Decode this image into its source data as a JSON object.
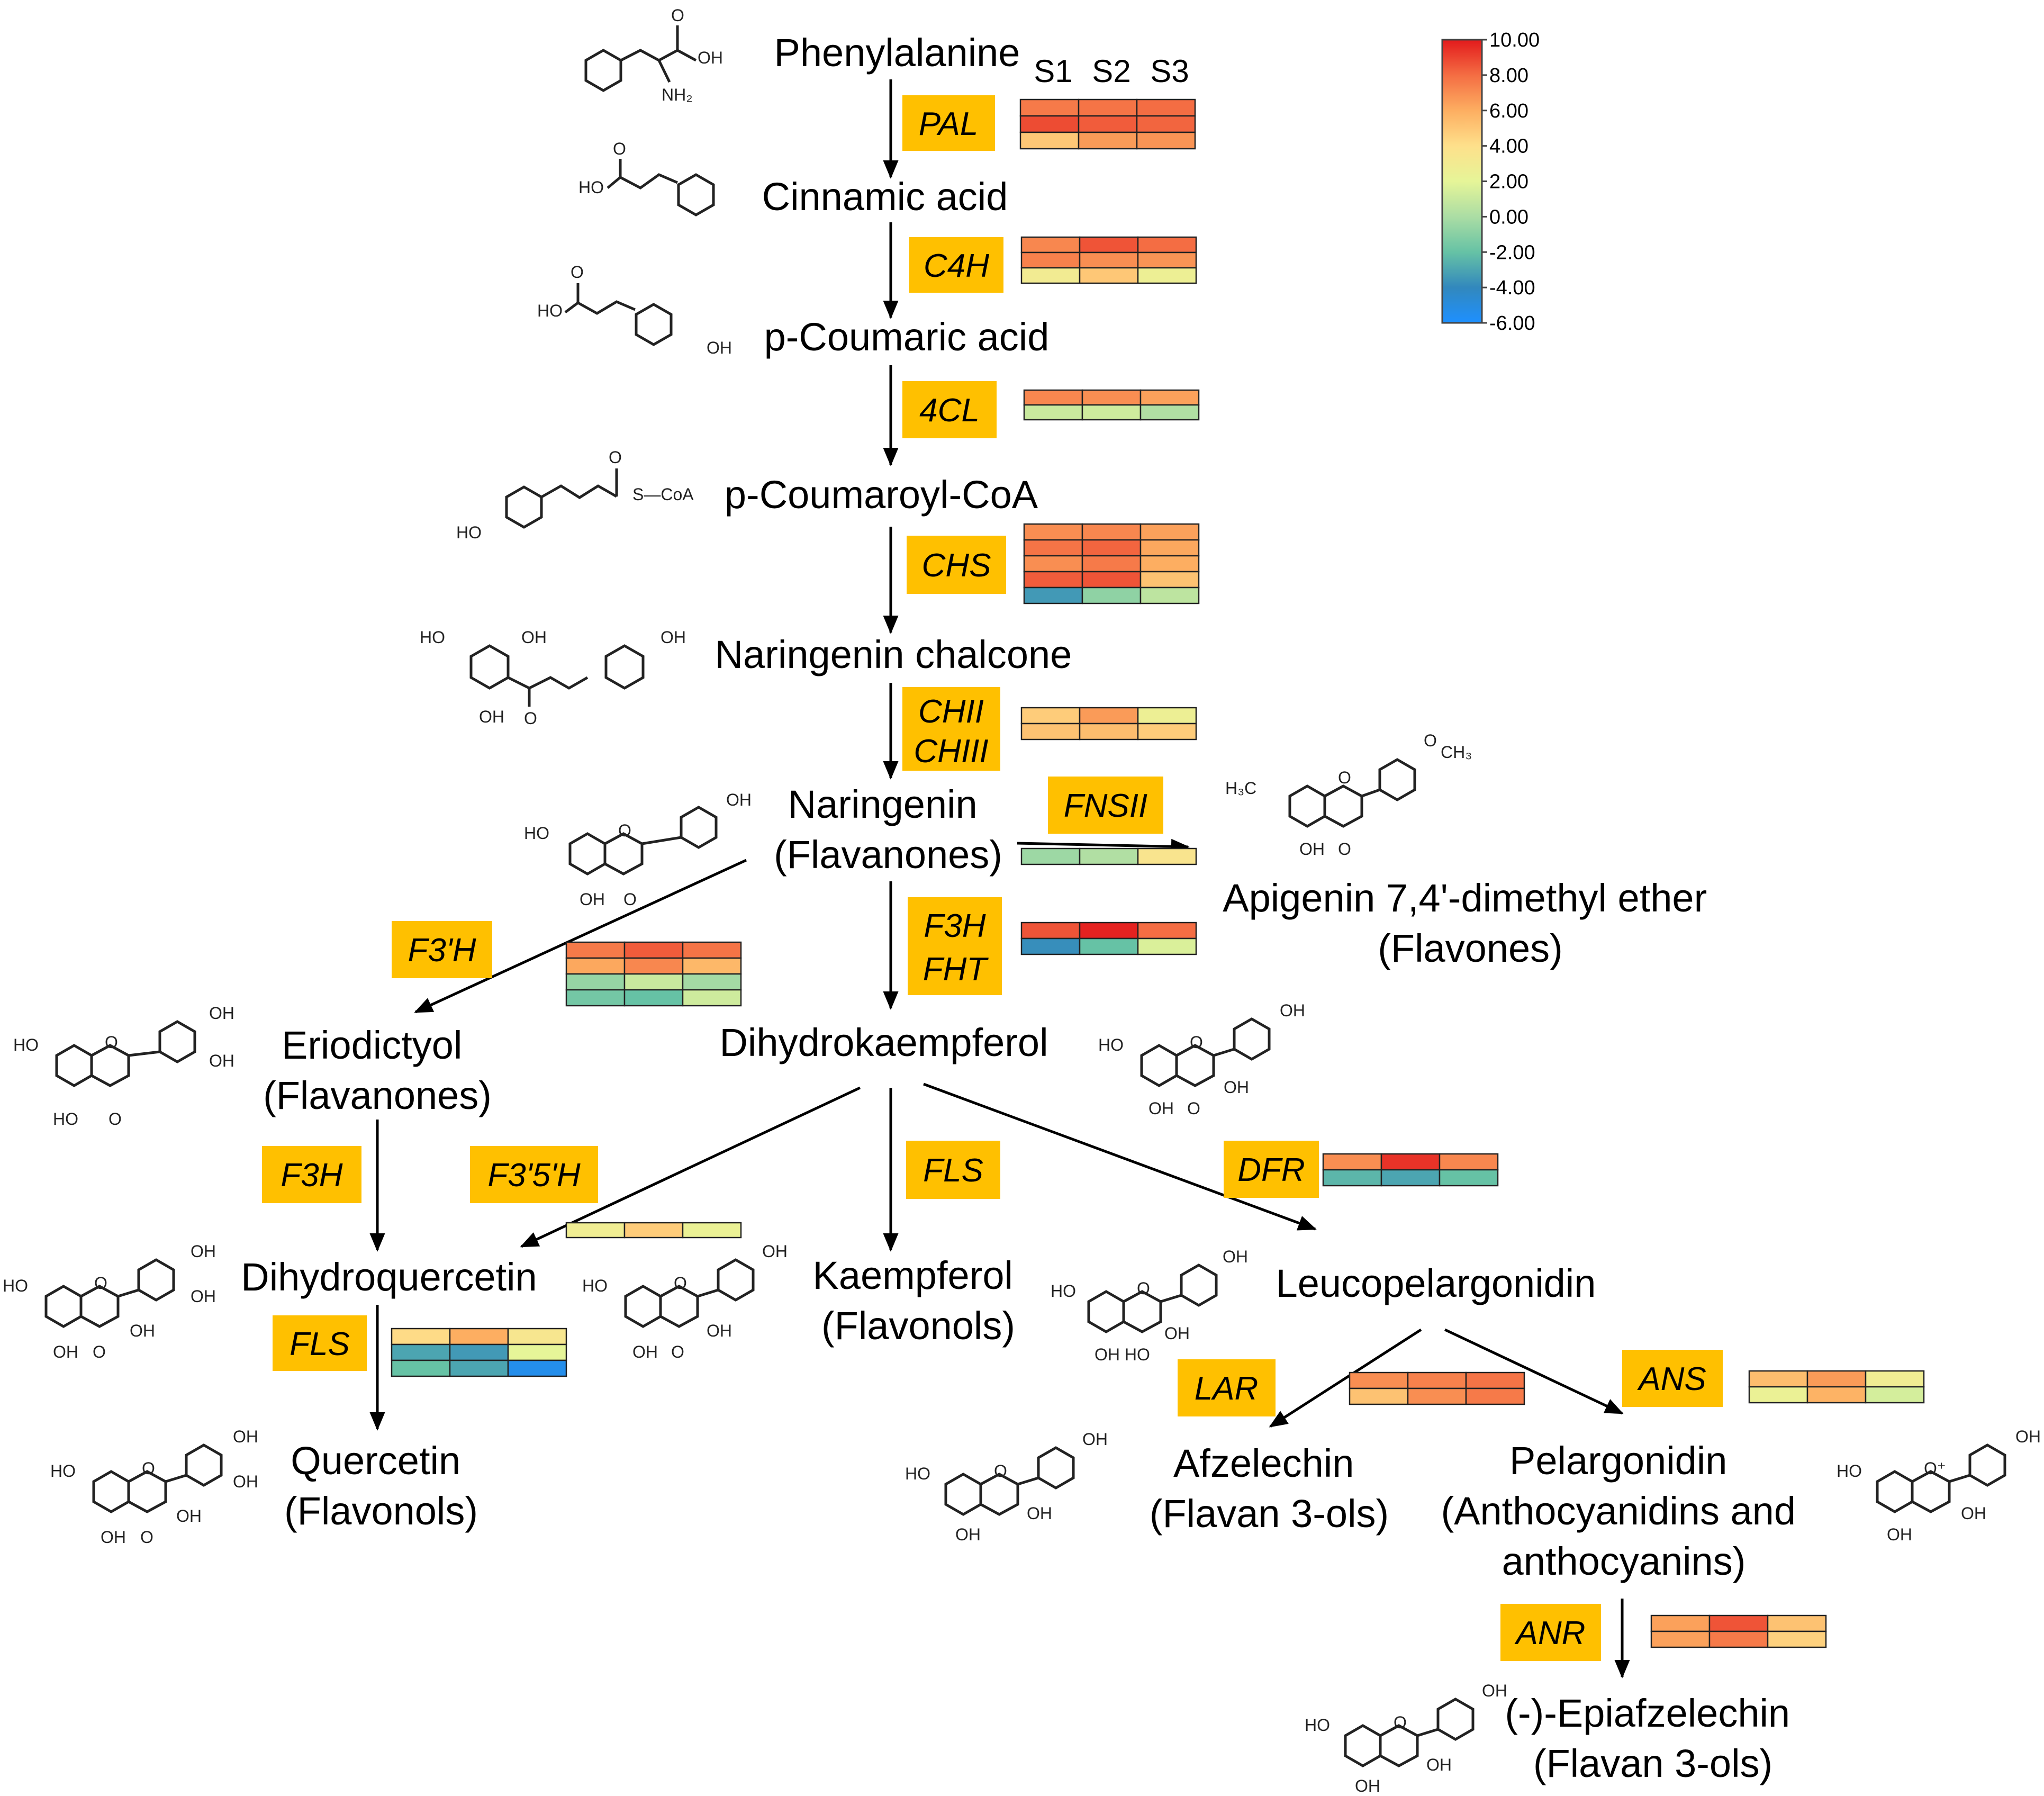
{
  "column_headers": [
    "S1",
    "S2",
    "S3"
  ],
  "colorbar": {
    "ticks": [
      "10.00",
      "8.00",
      "6.00",
      "4.00",
      "2.00",
      "0.00",
      "-2.00",
      "-4.00",
      "-6.00"
    ],
    "stops": [
      "#E31A1C",
      "#F46D43",
      "#FDAE61",
      "#FEE08B",
      "#E6F598",
      "#ABDDA4",
      "#66C2A5",
      "#3288BD",
      "#1E90FF"
    ]
  },
  "compounds": [
    {
      "id": "phenylalanine",
      "lines": [
        "Phenylalanine"
      ]
    },
    {
      "id": "cinnamic-acid",
      "lines": [
        "Cinnamic acid"
      ]
    },
    {
      "id": "p-coumaric-acid",
      "lines": [
        "p-Coumaric acid"
      ]
    },
    {
      "id": "p-coumaroyl-coa",
      "lines": [
        "p-Coumaroyl-CoA"
      ]
    },
    {
      "id": "naringenin-chalcone",
      "lines": [
        "Naringenin chalcone"
      ]
    },
    {
      "id": "naringenin",
      "lines": [
        "Naringenin",
        "(Flavanones)"
      ]
    },
    {
      "id": "apigenin",
      "lines": [
        "Apigenin 7,4'-dimethyl ether",
        "(Flavones)"
      ]
    },
    {
      "id": "eriodictyol",
      "lines": [
        "Eriodictyol",
        "(Flavanones)"
      ]
    },
    {
      "id": "dihydrokaempferol",
      "lines": [
        "Dihydrokaempferol"
      ]
    },
    {
      "id": "dihydroquercetin",
      "lines": [
        "Dihydroquercetin"
      ]
    },
    {
      "id": "kaempferol",
      "lines": [
        "Kaempferol",
        "(Flavonols)"
      ]
    },
    {
      "id": "leucopelargonidin",
      "lines": [
        "Leucopelargonidin"
      ]
    },
    {
      "id": "quercetin",
      "lines": [
        "Quercetin",
        "(Flavonols)"
      ]
    },
    {
      "id": "afzelechin",
      "lines": [
        "Afzelechin",
        "(Flavan 3-ols)"
      ]
    },
    {
      "id": "pelargonidin",
      "lines": [
        "Pelargonidin",
        "(Anthocyanidins and",
        "anthocyanins)"
      ]
    },
    {
      "id": "epiafzelechin",
      "lines": [
        "(-)-Epiafzelechin",
        "(Flavan 3-ols)"
      ]
    }
  ],
  "enzymes": [
    {
      "id": "pal",
      "lines": [
        "PAL"
      ],
      "heatmap": [
        [
          7.6,
          7.8,
          8.0
        ],
        [
          8.8,
          8.4,
          8.2
        ],
        [
          5.0,
          6.6,
          6.8
        ]
      ]
    },
    {
      "id": "c4h",
      "lines": [
        "C4H"
      ],
      "heatmap": [
        [
          7.2,
          8.6,
          8.0
        ],
        [
          7.4,
          7.0,
          6.8
        ],
        [
          3.0,
          5.0,
          2.6
        ]
      ]
    },
    {
      "id": "4cl",
      "lines": [
        "4CL"
      ],
      "heatmap": [
        [
          7.2,
          7.0,
          6.4
        ],
        [
          1.0,
          1.2,
          0.2
        ]
      ]
    },
    {
      "id": "chs",
      "lines": [
        "CHS"
      ],
      "heatmap": [
        [
          7.0,
          7.2,
          6.4
        ],
        [
          7.8,
          8.2,
          6.2
        ],
        [
          7.0,
          7.6,
          6.0
        ],
        [
          8.4,
          8.6,
          5.2
        ],
        [
          -3.4,
          -0.8,
          0.6
        ]
      ]
    },
    {
      "id": "chi",
      "lines": [
        "CHII",
        "CHIII"
      ],
      "heatmap": [
        [
          4.8,
          6.6,
          2.6
        ],
        [
          5.2,
          5.4,
          4.8
        ]
      ]
    },
    {
      "id": "fnsii",
      "lines": [
        "FNSII"
      ],
      "heatmap": [
        [
          -0.4,
          0.2,
          3.6
        ]
      ]
    },
    {
      "id": "f3h-fht",
      "lines": [
        "F3H",
        "FHT"
      ],
      "heatmap": [
        [
          8.6,
          9.8,
          8.0
        ],
        [
          -3.8,
          -2.0,
          1.6
        ]
      ]
    },
    {
      "id": "f3prime-h",
      "lines": [
        "F3'H"
      ],
      "heatmap": [
        [
          7.6,
          8.4,
          7.8
        ],
        [
          6.2,
          7.2,
          5.6
        ],
        [
          -0.6,
          1.0,
          -0.2
        ],
        [
          -1.6,
          -2.0,
          1.2
        ]
      ]
    },
    {
      "id": "f3h-b",
      "lines": [
        "F3H"
      ],
      "heatmap": []
    },
    {
      "id": "f3prime5prime-h",
      "lines": [
        "F3'5'H"
      ],
      "heatmap": [
        [
          2.8,
          4.8,
          2.4
        ]
      ]
    },
    {
      "id": "fls-a",
      "lines": [
        "FLS"
      ],
      "heatmap": []
    },
    {
      "id": "dfr",
      "lines": [
        "DFR"
      ],
      "heatmap": [
        [
          7.0,
          9.4,
          7.2
        ],
        [
          -2.4,
          -3.0,
          -2.0
        ]
      ]
    },
    {
      "id": "fls-b",
      "lines": [
        "FLS"
      ],
      "heatmap": [
        [
          4.2,
          6.0,
          3.4
        ],
        [
          -3.0,
          -3.4,
          2.0
        ],
        [
          -2.0,
          -3.0,
          -5.4
        ]
      ]
    },
    {
      "id": "lar",
      "lines": [
        "LAR"
      ],
      "heatmap": [
        [
          7.0,
          7.4,
          7.8
        ],
        [
          5.2,
          7.0,
          7.6
        ]
      ]
    },
    {
      "id": "ans",
      "lines": [
        "ANS"
      ],
      "heatmap": [
        [
          5.4,
          6.6,
          2.8
        ],
        [
          2.4,
          5.8,
          1.4
        ]
      ]
    },
    {
      "id": "anr",
      "lines": [
        "ANR"
      ],
      "heatmap": [
        [
          6.4,
          8.6,
          5.2
        ],
        [
          6.4,
          7.6,
          4.6
        ]
      ]
    }
  ],
  "atom_labels": {
    "oh": "OH",
    "ho": "HO",
    "nh2": "NH₂",
    "o": "O",
    "s_coa": "S—CoA",
    "ch3": "CH₃",
    "h3c": "H₃C",
    "oplus": "O⁺",
    "ohho": "OH HO"
  }
}
